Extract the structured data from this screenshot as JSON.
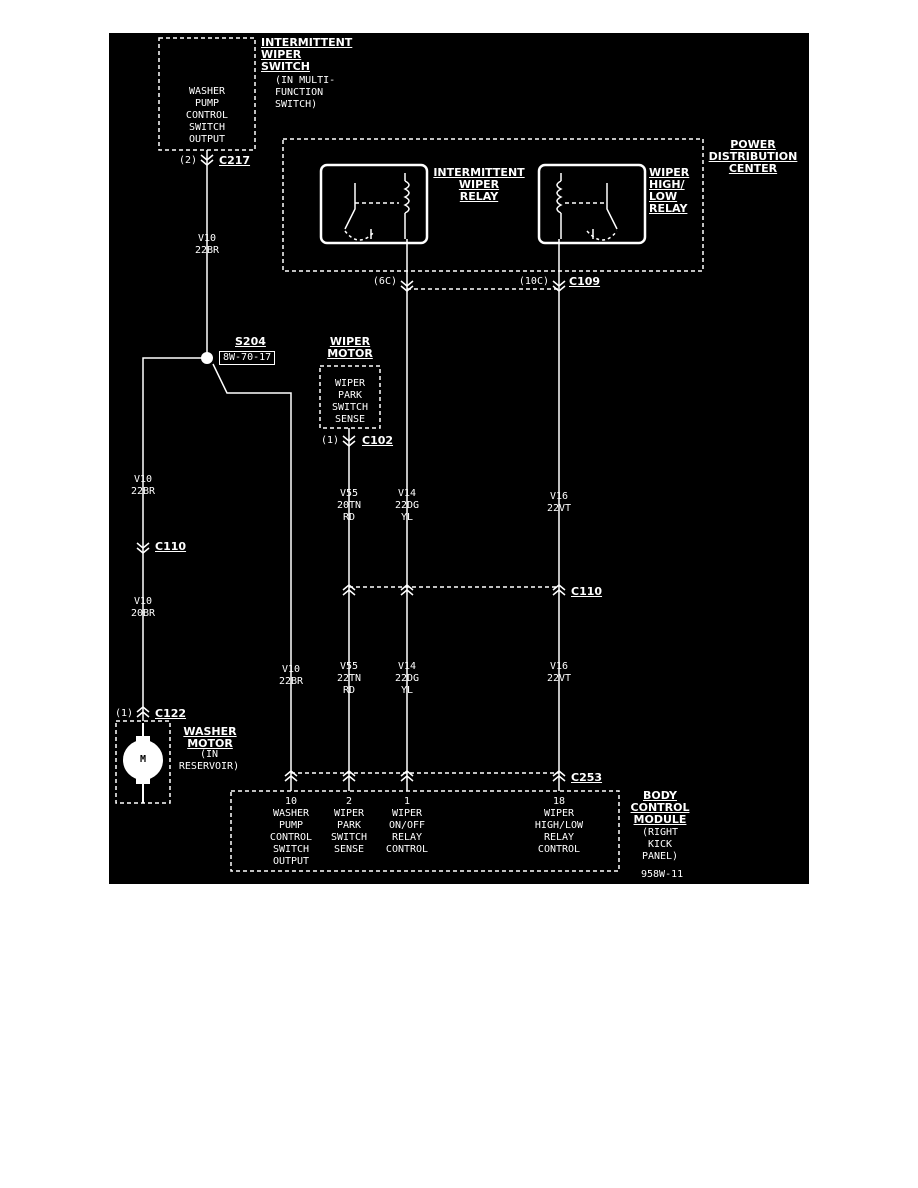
{
  "colors": {
    "background": "#000000",
    "ink": "#ffffff",
    "page": "#ffffff"
  },
  "components": {
    "intermittent_wiper_switch": {
      "title": "INTERMITTENT\nWIPER\nSWITCH",
      "note": "(IN MULTI-\nFUNCTION\nSWITCH)",
      "output": "WASHER\nPUMP\nCONTROL\nSWITCH\nOUTPUT"
    },
    "power_distribution_center": {
      "title": "POWER\nDISTRIBUTION\nCENTER"
    },
    "intermittent_wiper_relay": {
      "title": "INTERMITTENT\nWIPER\nRELAY"
    },
    "wiper_high_low_relay": {
      "title": "WIPER\nHIGH/\nLOW\nRELAY"
    },
    "wiper_motor": {
      "title": "WIPER\nMOTOR",
      "output": "WIPER\nPARK\nSWITCH\nSENSE"
    },
    "washer_motor": {
      "title": "WASHER\nMOTOR",
      "note": "(IN\nRESERVOIR)",
      "symbol": "M"
    },
    "body_control_module": {
      "title": "BODY\nCONTROL\nMODULE",
      "note": "(RIGHT\nKICK\nPANEL)",
      "pins": [
        {
          "pin": "10",
          "label": "WASHER\nPUMP\nCONTROL\nSWITCH\nOUTPUT"
        },
        {
          "pin": "2",
          "label": "WIPER\nPARK\nSWITCH\nSENSE"
        },
        {
          "pin": "1",
          "label": "WIPER\nON/OFF\nRELAY\nCONTROL"
        },
        {
          "pin": "18",
          "label": "WIPER\nHIGH/LOW\nRELAY\nCONTROL"
        }
      ]
    }
  },
  "connectors": {
    "c217": {
      "name": "C217",
      "cavity": "(2)"
    },
    "c109": {
      "name": "C109",
      "cavity_left": "(6C)",
      "cavity_right": "(10C)"
    },
    "c102": {
      "name": "C102",
      "cavity": "(1)"
    },
    "c110_left": {
      "name": "C110"
    },
    "c110_right": {
      "name": "C110"
    },
    "c122": {
      "name": "C122",
      "cavity": "(1)"
    },
    "c253": {
      "name": "C253"
    }
  },
  "splice": {
    "name": "S204",
    "ref": "8W-70-17"
  },
  "wires": {
    "v10_top": "V10\n22BR",
    "v10_left_upper": "V10\n22BR",
    "v10_left_lower": "V10\n20BR",
    "v10_right_lower": "V10\n22BR",
    "v55_upper": "V55\n20TN\nRD",
    "v55_lower": "V55\n22TN\nRD",
    "v14_upper": "V14\n22DG\nYL",
    "v14_lower": "V14\n22DG\nYL",
    "v16_upper": "V16\n22VT",
    "v16_lower": "V16\n22VT"
  },
  "figure_id": "958W-11"
}
